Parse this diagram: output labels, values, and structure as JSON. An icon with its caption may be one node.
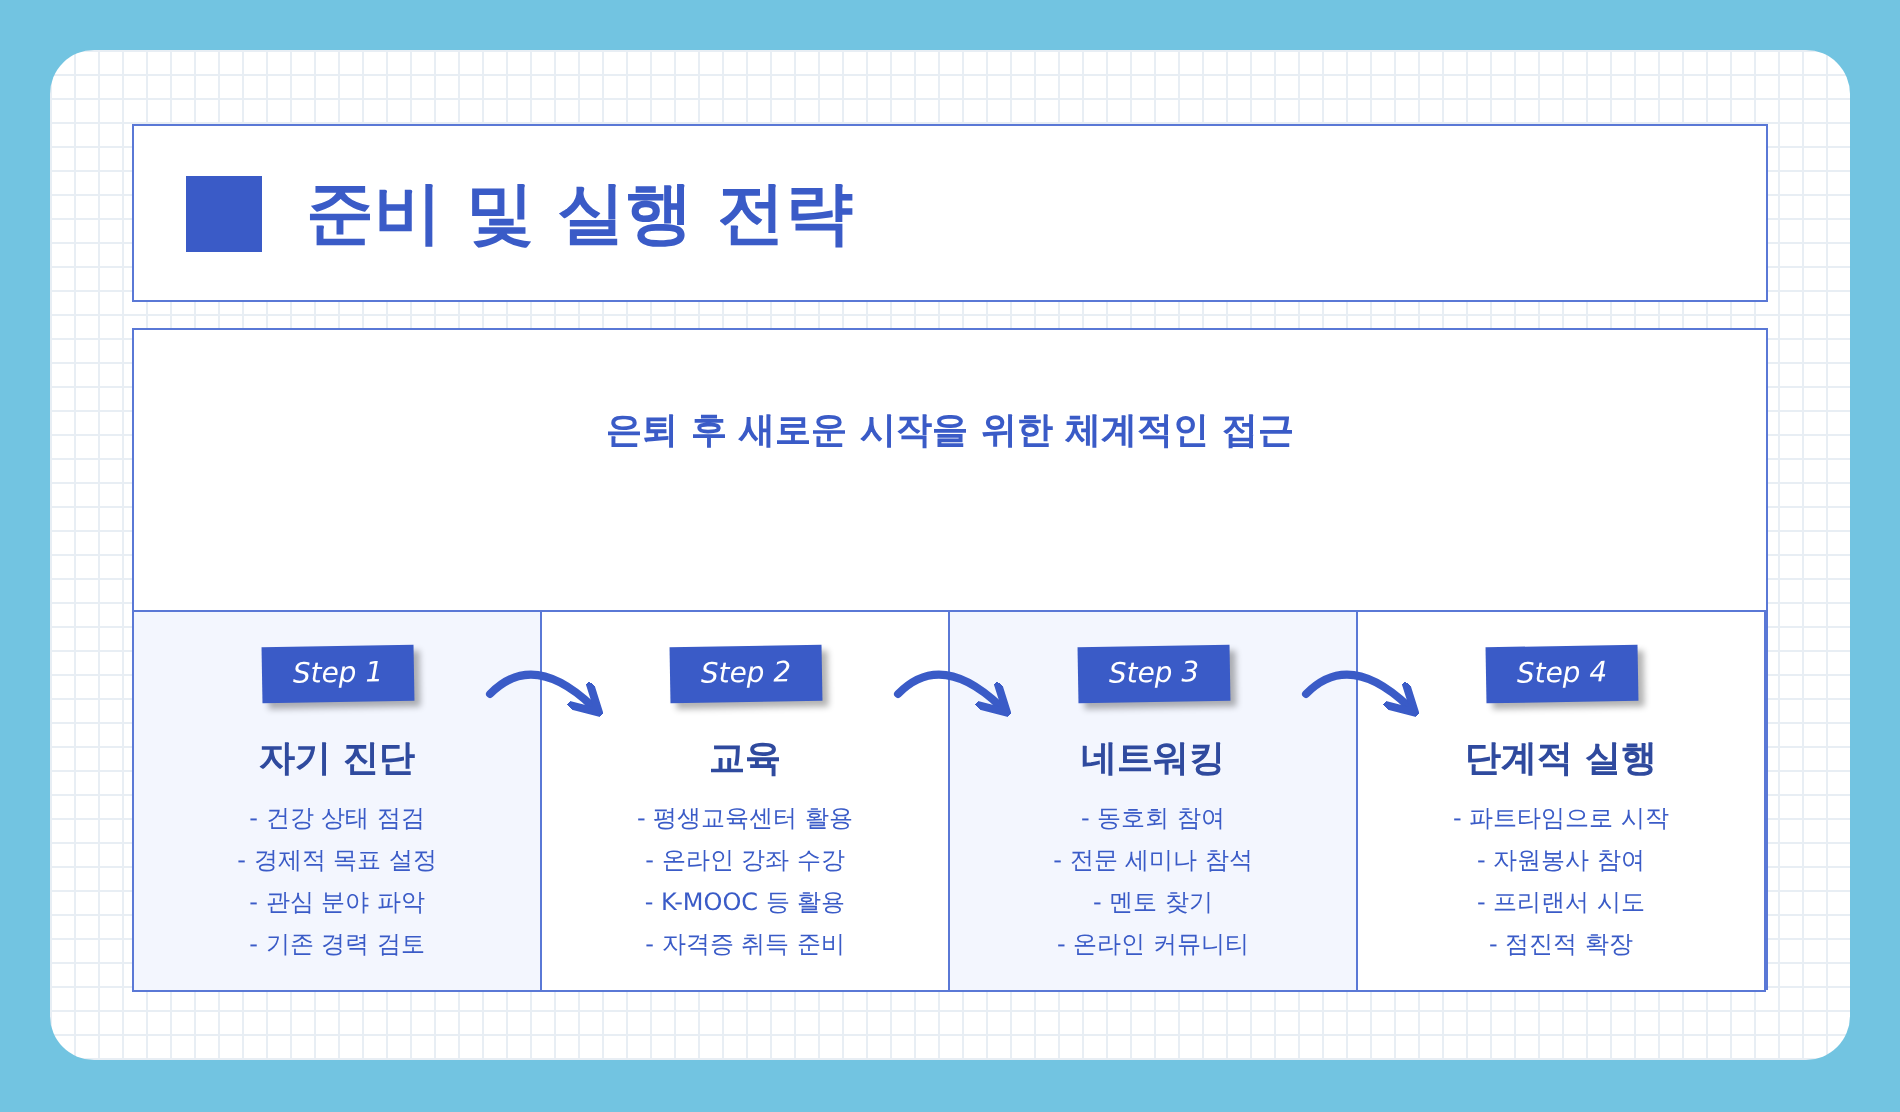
{
  "diagram": {
    "title": "준비 및 실행 전략",
    "nodes": [
      {
        "text": [
          "은퇴 후 새로운 시작을 위한 체계적인 접근"
        ]
      },
      {
        "text": [
          "Step 1",
          "자기 진단",
          "- 건강 상태 점검",
          "- 경제적 목표 설정",
          "- 관심 분야 파악",
          "- 기존 경력 검토"
        ],
        "in": 0
      },
      {
        "text": [
          "Step 2",
          "교육",
          "- 평생교육센터 활용",
          "- 온라인 강좌 수강",
          "- K-MOOC 등 활용",
          "- 자격증 취득 준비"
        ],
        "in": 0
      },
      {
        "text": [
          "Step 3",
          "네트워킹",
          "- 동호회 참여",
          "- 전문 세미나 참석",
          "- 멘토 찾기",
          "- 온라인 커뮤니티"
        ],
        "in": 0
      },
      {
        "text": [
          "Step 4",
          "단계적 실행",
          "- 파트타임으로 시작",
          "- 자원봉사 참여",
          "- 프리랜서 시도",
          "- 점진적 확장"
        ],
        "in": 0
      }
    ],
    "edges": [
      {
        "from": 1,
        "to": 2,
        "arrow": "to"
      },
      {
        "from": 2,
        "to": 3,
        "arrow": "to"
      },
      {
        "from": 3,
        "to": 4,
        "arrow": "to"
      }
    ]
  }
}
